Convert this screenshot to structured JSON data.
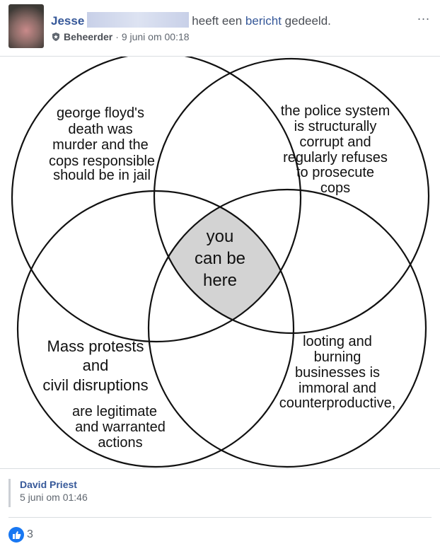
{
  "post": {
    "author": "Jesse",
    "action_prefix": "heeft een ",
    "action_link": "bericht",
    "action_suffix": " gedeeld.",
    "role": "Beheerder",
    "timestamp": "· 9 juni om 00:18",
    "more_icon": "..."
  },
  "venn": {
    "top_left": [
      "george floyd's",
      "death was",
      "murder and the",
      "cops responsible",
      "should be in jail"
    ],
    "top_right": [
      "the police system",
      "is structurally",
      "corrupt and",
      "regularly refuses",
      "to prosecute",
      "cops"
    ],
    "bottom_left_main": [
      "Mass protests",
      "and",
      "civil disruptions"
    ],
    "bottom_left_sub": [
      "are  legitimate",
      "and warranted",
      "actions"
    ],
    "bottom_right": [
      "looting and",
      "burning",
      "businesses is",
      "immoral and",
      "counterproductive,"
    ],
    "center": [
      "you",
      "can be",
      "here"
    ],
    "center_color": "#d3d3d3"
  },
  "shared": {
    "name": "David Priest",
    "time": "5 juni om 01:46"
  },
  "reactions": {
    "count": "3"
  }
}
